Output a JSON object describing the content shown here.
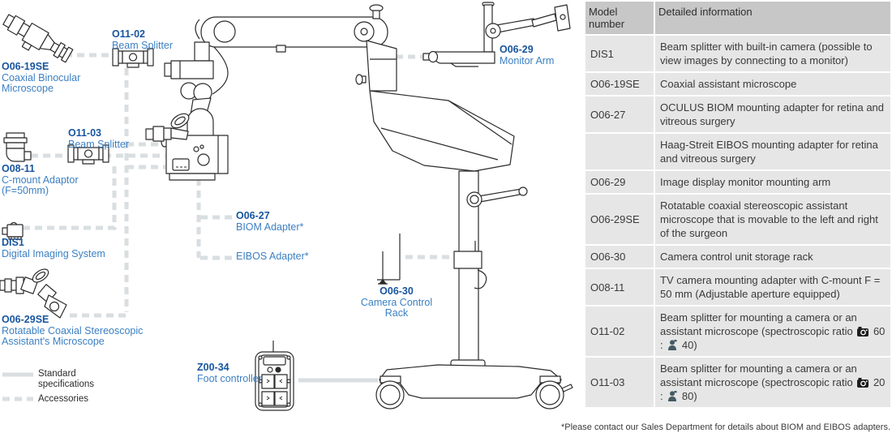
{
  "page": {
    "footnote": "*Please contact our Sales Department for details about BIOM and EIBOS adapters."
  },
  "colors": {
    "model_number_blue": "#17559f",
    "part_name_blue": "#3c80c3",
    "connector_gray": "#d9dee1",
    "table_header_bg": "#c7c7c7",
    "table_cell_bg": "#e6e6e6",
    "camera_icon": "#1d1d1d",
    "person_icon": "#455a64"
  },
  "diagram": {
    "callouts": [
      {
        "model": "O06-19SE",
        "desc": "Coaxial Binocular\nMicroscope"
      },
      {
        "model": "O11-02",
        "desc": "Beam Splitter"
      },
      {
        "model": "O11-03",
        "desc": "Beam Splitter"
      },
      {
        "model": "O08-11",
        "desc": "C-mount Adaptor\n(F=50mm)"
      },
      {
        "model": "DIS1",
        "desc": "Digital Imaging System"
      },
      {
        "model": "O06-29SE",
        "desc": "Rotatable Coaxial Stereoscopic\nAssistant's Microscope"
      },
      {
        "model": "O06-27",
        "desc": "BIOM Adapter*"
      },
      {
        "model": "",
        "desc": "EIBOS Adapter*"
      },
      {
        "model": "O06-30",
        "desc": "Camera Control Rack"
      },
      {
        "model": "O06-29",
        "desc": "Monitor Arm"
      },
      {
        "model": "Z00-34",
        "desc": "Foot controller"
      }
    ],
    "legend": {
      "standard": "Standard\nspecifications",
      "accessories": "Accessories"
    }
  },
  "table": {
    "headers": [
      "Model number",
      "Detailed information"
    ],
    "rows": [
      {
        "model": "DIS1",
        "detail": "Beam splitter with built-in camera (possible to view images by connecting to a monitor)"
      },
      {
        "model": "O06-19SE",
        "detail": "Coaxial assistant microscope"
      },
      {
        "model": "O06-27",
        "detail": "OCULUS BIOM mounting adapter for retina and vitreous surgery"
      },
      {
        "model": "",
        "detail": "Haag-Streit EIBOS mounting adapter for retina and vitreous surgery"
      },
      {
        "model": "O06-29",
        "detail": "Image display monitor mounting arm"
      },
      {
        "model": "O06-29SE",
        "detail": "Rotatable coaxial stereoscopic assistant microscope that is movable to the left and right of the surgeon"
      },
      {
        "model": "O06-30",
        "detail": "Camera control unit storage rack"
      },
      {
        "model": "O08-11",
        "detail": "TV camera mounting adapter with C-mount F = 50 mm (Adjustable aperture equipped)"
      },
      {
        "model": "O11-02",
        "detail": "Beam splitter for mounting a camera or an assistant microscope (spectroscopic ratio",
        "ratio": {
          "camera": "60",
          "person": "40"
        },
        "detail_suffix": ")"
      },
      {
        "model": "O11-03",
        "detail": "Beam splitter for mounting a camera or an assistant microscope (spectroscopic ratio",
        "ratio": {
          "camera": "20",
          "person": "80"
        },
        "detail_suffix": ")"
      }
    ]
  }
}
